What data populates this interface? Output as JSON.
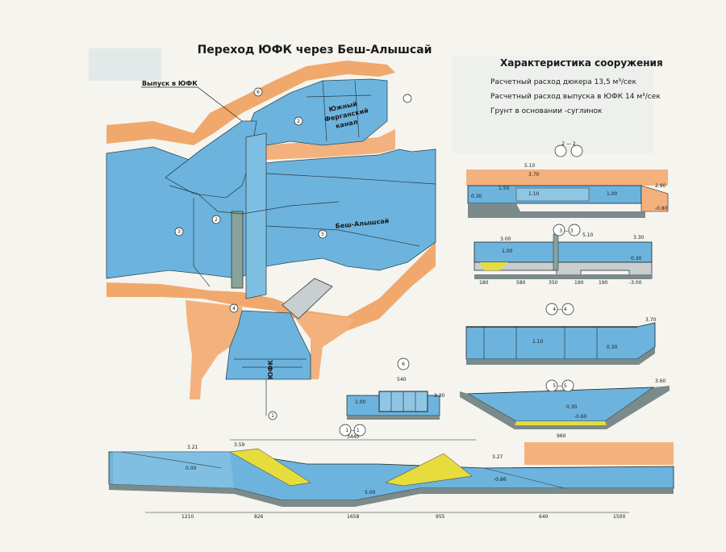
{
  "title": "Переход ЮФК через Беш-Алышсай",
  "characteristics": {
    "heading": "Характеристика сооружения",
    "lines": [
      "Расчетный  расход дюкера 13,5 м³/сек",
      "Расчетный расход выпуска в ЮФК  14 м³/сек",
      "Грунт в основании -суглинок"
    ]
  },
  "plan": {
    "outlet_label": "Выпуск в ЮФК",
    "canal_label": [
      "Южный",
      "Ферганский",
      "канал"
    ],
    "river_label": "Беш-Алышсай",
    "yfk_label": "ЮФК",
    "markers": {
      "m1": "1",
      "m2": "2",
      "m3": "3",
      "m4": "4",
      "m5": "5",
      "m6": "6"
    }
  },
  "sections": {
    "s22": {
      "label": "2 — 2",
      "elev": [
        "5.10",
        "3.70",
        "1.50",
        "1.10",
        "0.30",
        "1.00",
        "2.90",
        "-0.80"
      ]
    },
    "s33": {
      "label": "3 — 3",
      "elev": [
        "3.00",
        "5.10",
        "3.30",
        "1.00",
        "0.30",
        "-3.00"
      ],
      "dims": [
        "180",
        "580",
        "350",
        "190",
        "190"
      ]
    },
    "s44": {
      "label": "4 — 4",
      "elev": [
        "3.70",
        "1.10",
        "0.30"
      ]
    },
    "s6": {
      "label": "6",
      "elev": [
        "540",
        "1.00",
        "3.30"
      ]
    },
    "s55": {
      "label": "5 — 5",
      "elev": [
        "3.60",
        "0.30",
        "-0.60"
      ],
      "dims": [
        "960"
      ]
    },
    "s11": {
      "label": "1 — 1",
      "elev": [
        "3.21",
        "3.59",
        "0.00",
        "3.27",
        "5.00",
        "-0.86"
      ],
      "dims": [
        "3440",
        "1210",
        "826",
        "1658",
        "955",
        "640",
        "1500"
      ]
    }
  },
  "colors": {
    "water": "#6cb4dd",
    "bank": "#f0a86c",
    "concrete": "#c9cfd0",
    "fill": "#e6dc3c",
    "ground": "#f3b27d"
  }
}
